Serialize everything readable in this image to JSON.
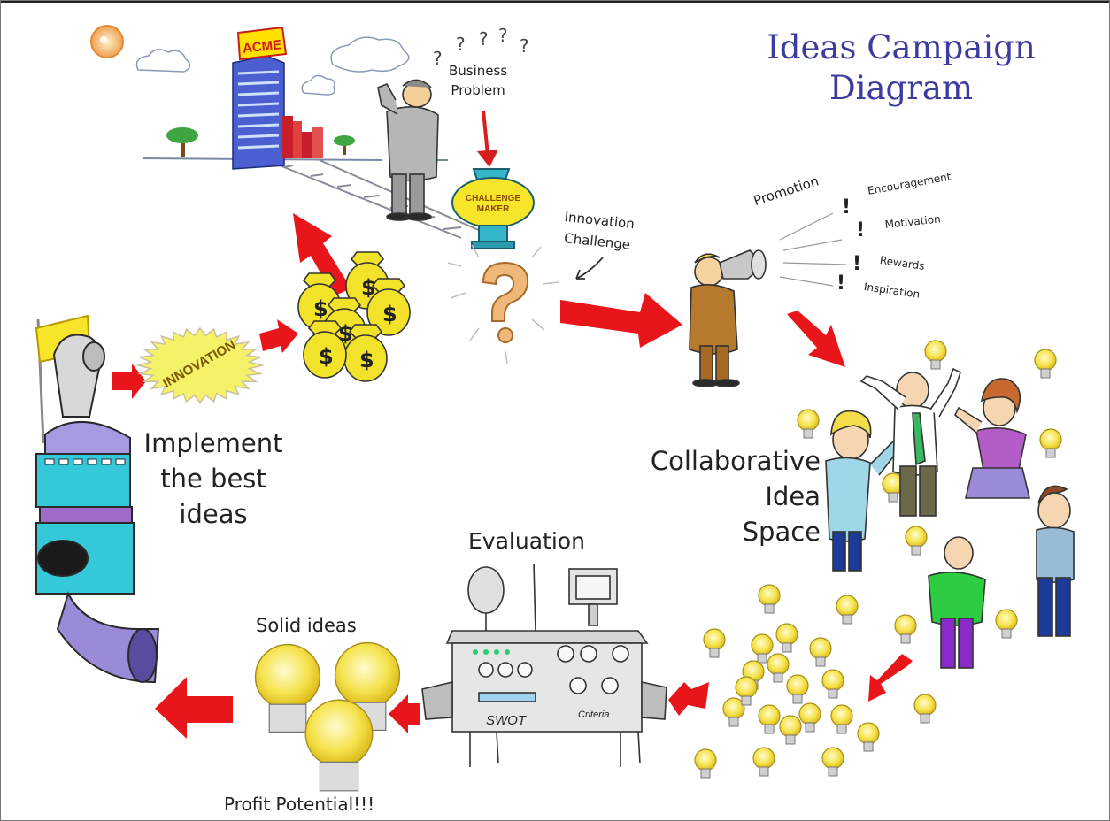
{
  "title": {
    "line1": "Ideas Campaign",
    "line2": "Diagram"
  },
  "building": {
    "sign": "ACME"
  },
  "business_problem": {
    "line1": "Business",
    "line2": "Problem"
  },
  "machines": {
    "challenge_line1": "CHALLENGE",
    "challenge_line2": "MAKER"
  },
  "innovation_challenge": {
    "line1": "Innovation",
    "line2": "Challenge"
  },
  "promotion": {
    "label": "Promotion",
    "items": [
      "Encouragement",
      "Motivation",
      "Rewards",
      "Inspiration"
    ]
  },
  "collaboration": {
    "line1": "Collaborative",
    "line2": "Idea",
    "line3": "Space"
  },
  "evaluation": {
    "label": "Evaluation",
    "swot": "SWOT",
    "criteria": "Criteria"
  },
  "solid_ideas": {
    "label": "Solid ideas",
    "profit": "Profit Potential!!!"
  },
  "implementation": {
    "innovation": "INNOVATION",
    "line1": "Implement",
    "line2": "the best",
    "line3": "ideas"
  },
  "colors": {
    "flow_arrow": "#e8161a",
    "title": "#3b3ba0",
    "bulb": "#f6e34e"
  }
}
